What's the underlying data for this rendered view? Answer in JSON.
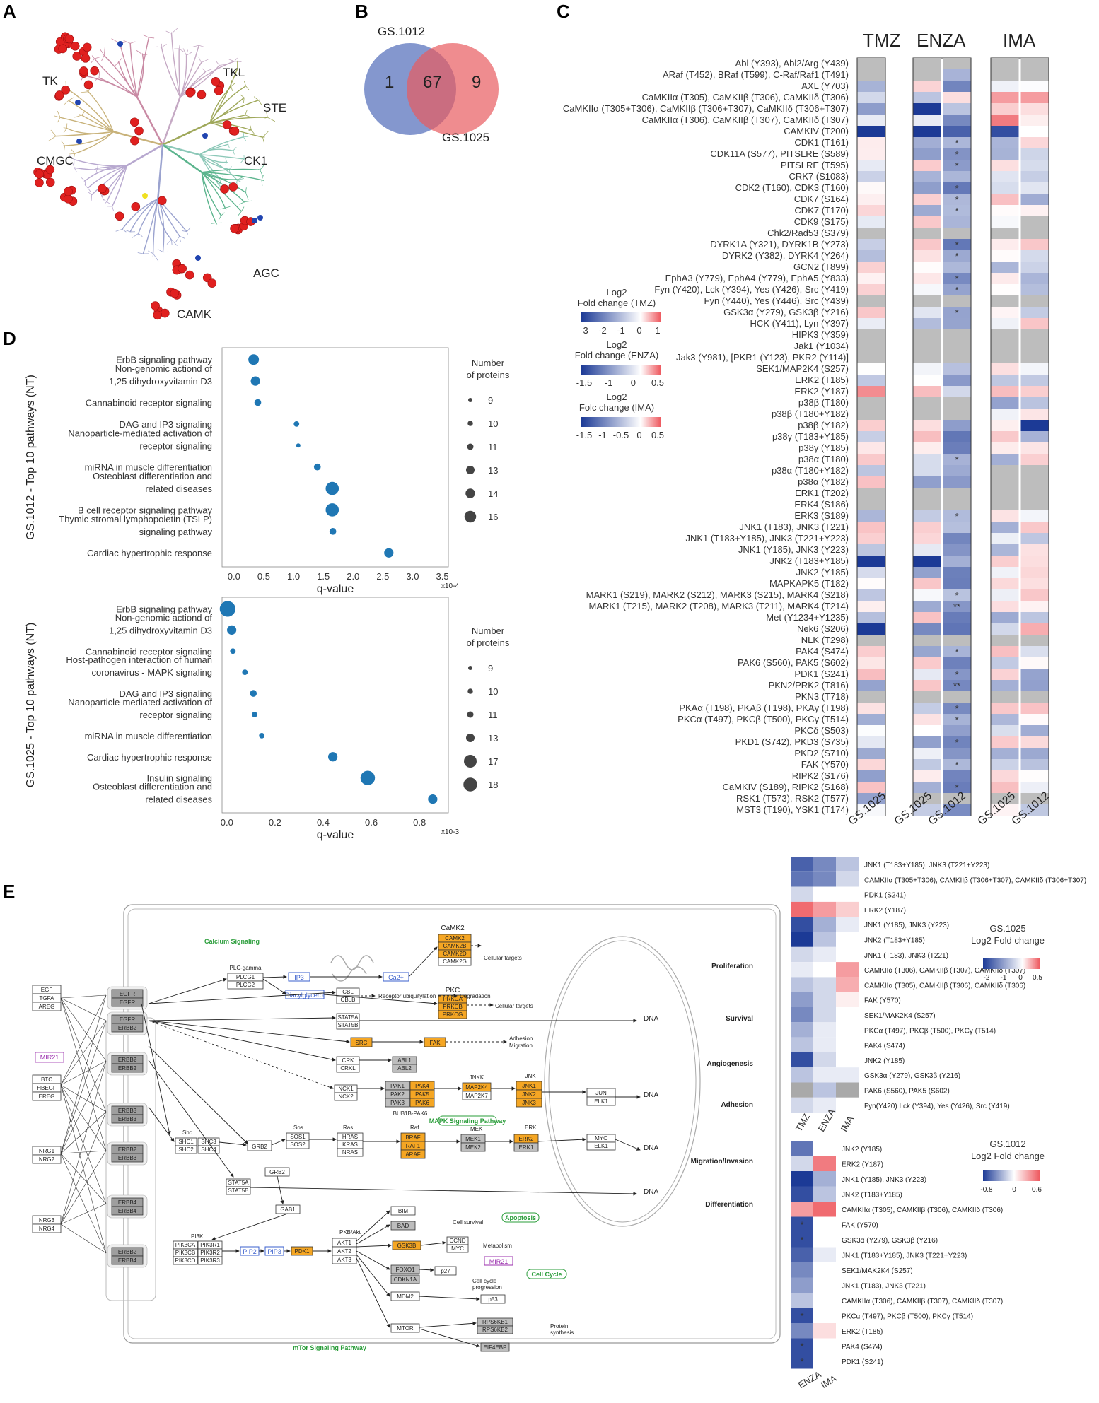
{
  "panels": {
    "a": "A",
    "b": "B",
    "c": "C",
    "d": "D",
    "e": "E"
  },
  "kinome": {
    "families": [
      "TK",
      "TKL",
      "STE",
      "CMGC",
      "CK1",
      "AGC",
      "CAMK"
    ]
  },
  "venn": {
    "left_label": "GS.1012",
    "right_label": "GS.1025",
    "left_only": "1",
    "both": "67",
    "right_only": "9",
    "colors": {
      "left": "#6f85c5",
      "right": "#e85b60"
    }
  },
  "heatmap_c": {
    "groups": [
      "TMZ",
      "ENZA",
      "IMA"
    ],
    "columns": [
      [
        "GS.1025"
      ],
      [
        "GS.1025",
        "GS.1012"
      ],
      [
        "GS.1025",
        "GS.1012"
      ]
    ],
    "rows": [
      "Abl (Y393), Abl2/Arg (Y439)",
      "ARaf (T452), BRaf (T599), C-Raf/Raf1 (T491)",
      "AXL (Y703)",
      "CaMKIIα (T305), CaMKIIβ (T306), CaMKIIδ (T306)",
      "CaMKIIα (T305+T306), CaMKIIβ (T306+T307), CaMKIIδ (T306+T307)",
      "CaMKIIα (T306), CaMKIIβ (T307), CaMKIIδ (T307)",
      "CAMKIV (T200)",
      "CDK1 (T161)",
      "CDK11A (S577), PITSLRE (S589)",
      "PITSLRE (T595)",
      "CRK7 (S1083)",
      "CDK2 (T160), CDK3 (T160)",
      "CDK7 (S164)",
      "CDK7 (T170)",
      "CDK9 (S175)",
      "Chk2/Rad53 (S379)",
      "DYRK1A (Y321), DYRK1B (Y273)",
      "DYRK2 (Y382), DYRK4 (Y264)",
      "GCN2 (T899)",
      "EphA3 (Y779), EphA4 (Y779), EphA5 (Y833)",
      "Fyn (Y420), Lck (Y394), Yes (Y426), Src (Y419)",
      "Fyn (Y440), Yes (Y446), Src (Y439)",
      "GSK3α (Y279), GSK3β (Y216)",
      "HCK (Y411), Lyn (Y397)",
      "HIPK3 (Y359)",
      "Jak1 (Y1034)",
      "Jak3 (Y981), [PKR1 (Y123), PKR2 (Y114)]",
      "SEK1/MAP2K4 (S257)",
      "ERK2 (T185)",
      "ERK2 (Y187)",
      "p38β (T180)",
      "p38β (T180+Y182)",
      "p38β (Y182)",
      "p38γ (T183+Y185)",
      "p38γ (Y185)",
      "p38α (T180)",
      "p38α (T180+Y182)",
      "p38α (Y182)",
      "ERK1 (T202)",
      "ERK4 (S186)",
      "ERK3 (S189)",
      "JNK1 (T183), JNK3 (T221)",
      "JNK1 (T183+Y185), JNK3 (T221+Y223)",
      "JNK1 (Y185), JNK3 (Y223)",
      "JNK2 (T183+Y185)",
      "JNK2 (Y185)",
      "MAPKAPK5 (T182)",
      "MARK1 (S219), MARK2 (S212), MARK3 (S215), MARK4 (S218)",
      "MARK1 (T215), MARK2 (T208), MARK3 (T211), MARK4 (T214)",
      "Met (Y1234+Y1235)",
      "Nek6 (S206)",
      "NLK (T298)",
      "PAK4 (S474)",
      "PAK6 (S560), PAK5 (S602)",
      "PDK1 (S241)",
      "PKN2/PRK2 (T816)",
      "PKN3 (T718)",
      "PKAα (T198), PKAβ (T198), PKAγ (T198)",
      "PKCα (T497), PKCβ (T500), PKCγ (T514)",
      "PKCδ (S503)",
      "PKD1 (S742), PKD3 (S735)",
      "PKD2 (S710)",
      "FAK (Y570)",
      "RIPK2 (S176)",
      "CaMKIV (S189), RIPK2 (S168)",
      "RSK1 (T573), RSK2 (T577)",
      "MST3 (T190), YSK1 (T174)"
    ],
    "legend": [
      {
        "title": "Log2\nFold change (TMZ)",
        "ticks": [
          "-3",
          "-2",
          "-1",
          "0",
          "1"
        ]
      },
      {
        "title": "Log2\nFold change (ENZA)",
        "ticks": [
          "-1.5",
          "-1",
          "0",
          "0.5"
        ]
      },
      {
        "title": "Log2\nFolc change (IMA)",
        "ticks": [
          "-1.5",
          "-1",
          "-0.5",
          "0",
          "0.5"
        ]
      }
    ]
  },
  "dot_top": {
    "ylabel": "GS.1012 - Top 10 pathways (NT)",
    "xlabel": "q-value",
    "exp": "x10-4",
    "xticks": [
      "0.0",
      "0.5",
      "1.0",
      "1.5",
      "2.0",
      "2.5",
      "3.0",
      "3.5"
    ],
    "pathways": [
      "ErbB signaling pathway",
      "Non-genomic actiond of\n1,25 dihydroxyvitamin D3",
      "Cannabinoid receptor signaling",
      "DAG and IP3 signaling",
      "Nanoparticle-mediated activation of\nreceptor signaling",
      "miRNA in muscle differentiation",
      "Osteoblast differentiation and\nrelated diseases",
      "B cell receptor signaling pathway",
      "Thymic stromal lymphopoietin (TSLP)\nsignaling pathway",
      "Cardiac hypertrophic response"
    ],
    "legend_title": "Number\nof proteins",
    "legend_values": [
      "9",
      "10",
      "11",
      "13",
      "14",
      "16"
    ]
  },
  "dot_bottom": {
    "ylabel": "GS.1025 - Top 10 pathways (NT)",
    "xlabel": "q-value",
    "exp": "x10-3",
    "xticks": [
      "0.0",
      "0.2",
      "0.4",
      "0.6",
      "0.8"
    ],
    "pathways": [
      "ErbB signaling pathway",
      "Non-genomic actiond of\n1,25 dihydroxyvitamin D3",
      "Cannabinoid receptor signaling",
      "Host-pathogen interaction of human\ncoronavirus - MAPK signaling",
      "DAG and IP3 signaling",
      "Nanoparticle-mediated activation of\nreceptor signaling",
      "miRNA in muscle differentiation",
      "Cardiac hypertrophic response",
      "Insulin signaling",
      "Osteoblast differentiation and\nrelated diseases"
    ],
    "legend_title": "Number\nof proteins",
    "legend_values": [
      "9",
      "10",
      "11",
      "13",
      "17",
      "18"
    ]
  },
  "chart_data": [
    {
      "type": "scatter",
      "title": "",
      "xlabel": "q-value",
      "ylabel": "GS.1012 - Top 10 pathways (NT)",
      "x_unit": "x10-4",
      "xlim": [
        -0.2,
        3.6
      ],
      "categories": [
        "ErbB signaling pathway",
        "Non-genomic actiond of 1,25 dihydroxyvitamin D3",
        "Cannabinoid receptor signaling",
        "DAG and IP3 signaling",
        "Nanoparticle-mediated activation of receptor signaling",
        "miRNA in muscle differentiation",
        "Osteoblast differentiation and related diseases",
        "B cell receptor signaling pathway",
        "Thymic stromal lymphopoietin (TSLP) signaling pathway",
        "Cardiac hypertrophic response"
      ],
      "x": [
        0.33,
        0.36,
        0.4,
        1.05,
        1.08,
        1.4,
        1.65,
        1.65,
        1.66,
        2.6
      ],
      "size": [
        14,
        13,
        11,
        10,
        9,
        11,
        16,
        16,
        11,
        13
      ]
    },
    {
      "type": "scatter",
      "title": "",
      "xlabel": "q-value",
      "ylabel": "GS.1025 - Top 10 pathways (NT)",
      "x_unit": "x10-3",
      "xlim": [
        -0.02,
        0.92
      ],
      "categories": [
        "ErbB signaling pathway",
        "Non-genomic actiond of 1,25 dihydroxyvitamin D3",
        "Cannabinoid receptor signaling",
        "Host-pathogen interaction of human coronavirus - MAPK signaling",
        "DAG and IP3 signaling",
        "Nanoparticle-mediated activation of receptor signaling",
        "miRNA in muscle differentiation",
        "Cardiac hypertrophic response",
        "Insulin signaling",
        "Osteoblast differentiation and related diseases"
      ],
      "x": [
        0.003,
        0.02,
        0.025,
        0.075,
        0.11,
        0.115,
        0.145,
        0.44,
        0.585,
        0.855
      ],
      "size": [
        18,
        13,
        10,
        10,
        11,
        10,
        10,
        13,
        17,
        13
      ]
    }
  ],
  "panel_e": {
    "labels": {
      "calcium": "Calcium Signaling",
      "plc": "PLC-gamma",
      "ip3": "IP3",
      "ca": "Ca2+",
      "dag": "Diacylglycerol",
      "camk2": "CaMK2",
      "pkc": "PKC",
      "cell_targets": "Cellular targets",
      "rec_ub": "Receptor ubiquitylation",
      "degr": "Degradation",
      "adh_mig": "Adhesion\nMigration",
      "dna": "DNA",
      "mapk": "MAPK Signaling Pathway",
      "apoptosis": "Apoptosis",
      "cellcycle": "Cell Cycle",
      "mtor": "mTor Signaling Pathway",
      "cellsurv": "Cell survival",
      "metab": "Metabolism",
      "ccp": "Cell cycle\nprogression",
      "prot": "Protein\nsynthesis",
      "shc": "Shc",
      "sos": "Sos",
      "ras": "Ras",
      "raf": "Raf",
      "mek": "MEK",
      "erk": "ERK",
      "jnkk": "JNKK",
      "jnk": "JNK",
      "pi3k": "PI3K",
      "pkb": "PKB/Akt",
      "nck": "Nck"
    },
    "outcomes": [
      "Proliferation",
      "Survival",
      "Angiogenesis",
      "Adhesion",
      "Migration/Invasion",
      "Differentiation"
    ],
    "ligands": [
      [
        "EGF",
        "TGFA",
        "AREG"
      ],
      [
        "BTC",
        "HBEGF",
        "EREG"
      ],
      [
        "NRG1",
        "NRG2"
      ],
      [
        "NRG3",
        "NRG4"
      ]
    ],
    "mir": "MIR21",
    "receptors": [
      [
        "EGFR",
        "EGFR"
      ],
      [
        "EGFR",
        "ERBB2"
      ],
      [
        "ERBB2",
        "ERBB2"
      ],
      [
        "ERBB3",
        "ERBB3"
      ],
      [
        "ERBB2",
        "ERBB3"
      ],
      [
        "ERBB4",
        "ERBB4"
      ],
      [
        "ERBB2",
        "ERBB4"
      ]
    ],
    "hm1": {
      "title": "GS.1025\nLog2 Fold change",
      "ticks": [
        "-2",
        "-1",
        "0",
        "0.5"
      ],
      "cols": [
        "TMZ",
        "ENZA",
        "IMA"
      ],
      "rows": [
        "JNK1 (T183+Y185), JNK3 (T221+Y223)",
        "CAMKIIα (T305+T306), CAMKIIβ (T306+T307), CAMKIIδ (T306+T307)",
        "PDK1 (S241)",
        "ERK2 (Y187)",
        "JNK1 (Y185), JNK3 (Y223)",
        "JNK2 (T183+Y185)",
        "JNK1 (T183), JNK3 (T221)",
        "CAMKIIα (T306), CAMKIIβ (T307), CAMKIIδ (T307)",
        "CAMKIIα (T305), CAMKIIβ (T306), CAMKIIδ (T306)",
        "FAK (Y570)",
        "SEK1/MAK2K4 (S257)",
        "PKCα (T497), PKCβ (T500), PKCγ (T514)",
        "PAK4 (S474)",
        "JNK2 (Y185)",
        "GSK3α (Y279), GSK3β (Y216)",
        "PAK6 (S560), PAK5 (S602)",
        "Fyn(Y420) Lck (Y394), Yes (Y426), Src (Y419)"
      ]
    },
    "hm2": {
      "title": "GS.1012\nLog2 Fold change",
      "ticks": [
        "-0.8",
        "0",
        "0.6"
      ],
      "cols": [
        "ENZA",
        "IMA"
      ],
      "rows": [
        "JNK2 (Y185)",
        "ERK2 (Y187)",
        "JNK1 (Y185), JNK3 (Y223)",
        "JNK2 (T183+Y185)",
        "CAMKIIα (T305), CAMKIIβ (T306), CAMKIIδ (T306)",
        "FAK (Y570)",
        "GSK3α (Y279), GSK3β (Y216)",
        "JNK1 (T183+Y185), JNK3 (T221+Y223)",
        "SEK1/MAK2K4 (S257)",
        "JNK1 (T183), JNK3 (T221)",
        "CAMKIIα (T306), CAMKIIβ (T307), CAMKIIδ (T307)",
        "PKCα (T497), PKCβ (T500), PKCγ (T514)",
        "ERK2 (T185)",
        "PAK4 (S474)",
        "PDK1 (S241)"
      ]
    }
  }
}
